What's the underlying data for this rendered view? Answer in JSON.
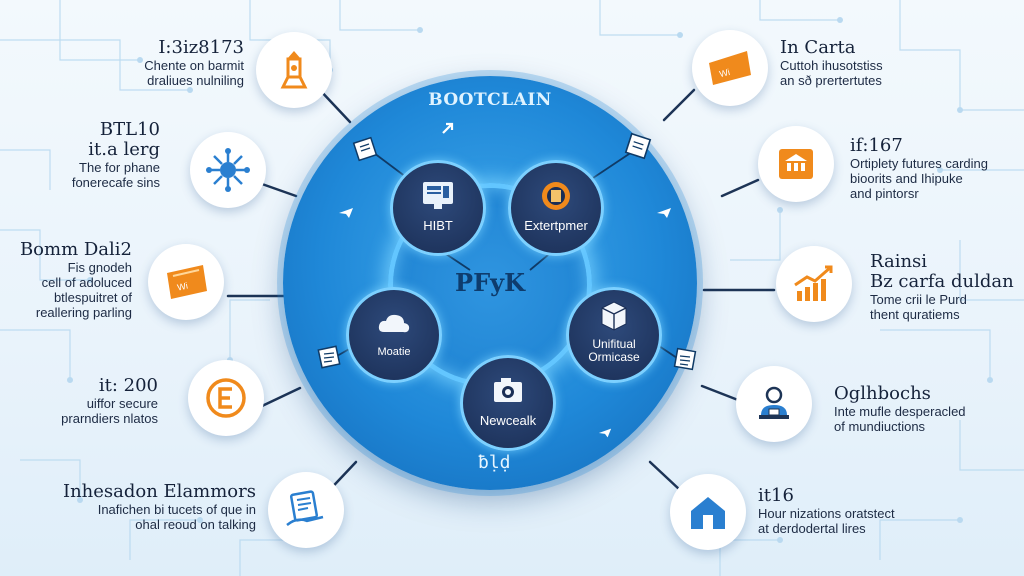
{
  "hub": {
    "title": "BOOTCLAIN",
    "center": "PFyK",
    "bottom_mark": "ƀḷḍ",
    "nodes": {
      "hibt": "HIBT",
      "enterprise": "Extertpmer",
      "mobile": "Moatie",
      "individual": "Unifitual Ormicase",
      "network": "Newcealk"
    }
  },
  "left_items": [
    {
      "title": "I:3iz8173",
      "lines": [
        "Chente on barmit",
        "draliues nulniling"
      ],
      "icon": "tower-icon"
    },
    {
      "title": "BTL10",
      "lines": [
        "it.a lerg",
        "The for phane",
        "fonerecafe sins"
      ],
      "icon": "network-icon"
    },
    {
      "title": "Bomm Dali2",
      "lines": [
        "Fis gnodeh",
        "cell of adoluced",
        "btlespuitret of",
        "reallering parling"
      ],
      "icon": "ticket-icon"
    },
    {
      "title": "it: 200",
      "lines": [
        "uiffor secure",
        "prarndiers nlatos"
      ],
      "icon": "euro-icon"
    },
    {
      "title": "Inhesadon Elammors",
      "lines": [
        "Inafichen bi tucets of que in",
        "ohal reoud on talking"
      ],
      "icon": "document-hand-icon"
    }
  ],
  "right_items": [
    {
      "title": "In Carta",
      "lines": [
        "Cuttoh ihusotstiss",
        "an sð prertertutes"
      ],
      "icon": "ticket-icon"
    },
    {
      "title": "if:167",
      "lines": [
        "Ortiplety futures carding",
        "bioorits and Ihipuke",
        "and pintorsr"
      ],
      "icon": "bank-icon"
    },
    {
      "title": "Rainsi",
      "lines": [
        "Bz carfa duldan",
        "Tome crii le Purd",
        "thent quratiems"
      ],
      "icon": "chart-up-icon"
    },
    {
      "title": "Oglhbochs",
      "lines": [
        "Inte mufle desperacled",
        "of mundiuctions"
      ],
      "icon": "user-desk-icon"
    },
    {
      "title": "it16",
      "lines": [
        "Hour nizations oratstect",
        "at derdodertal lires"
      ],
      "icon": "home-icon"
    }
  ],
  "colors": {
    "accent_blue": "#1f88d8",
    "accent_orange": "#f08a1c",
    "node_navy": "#1a2e55",
    "glow": "#63c6ff"
  }
}
